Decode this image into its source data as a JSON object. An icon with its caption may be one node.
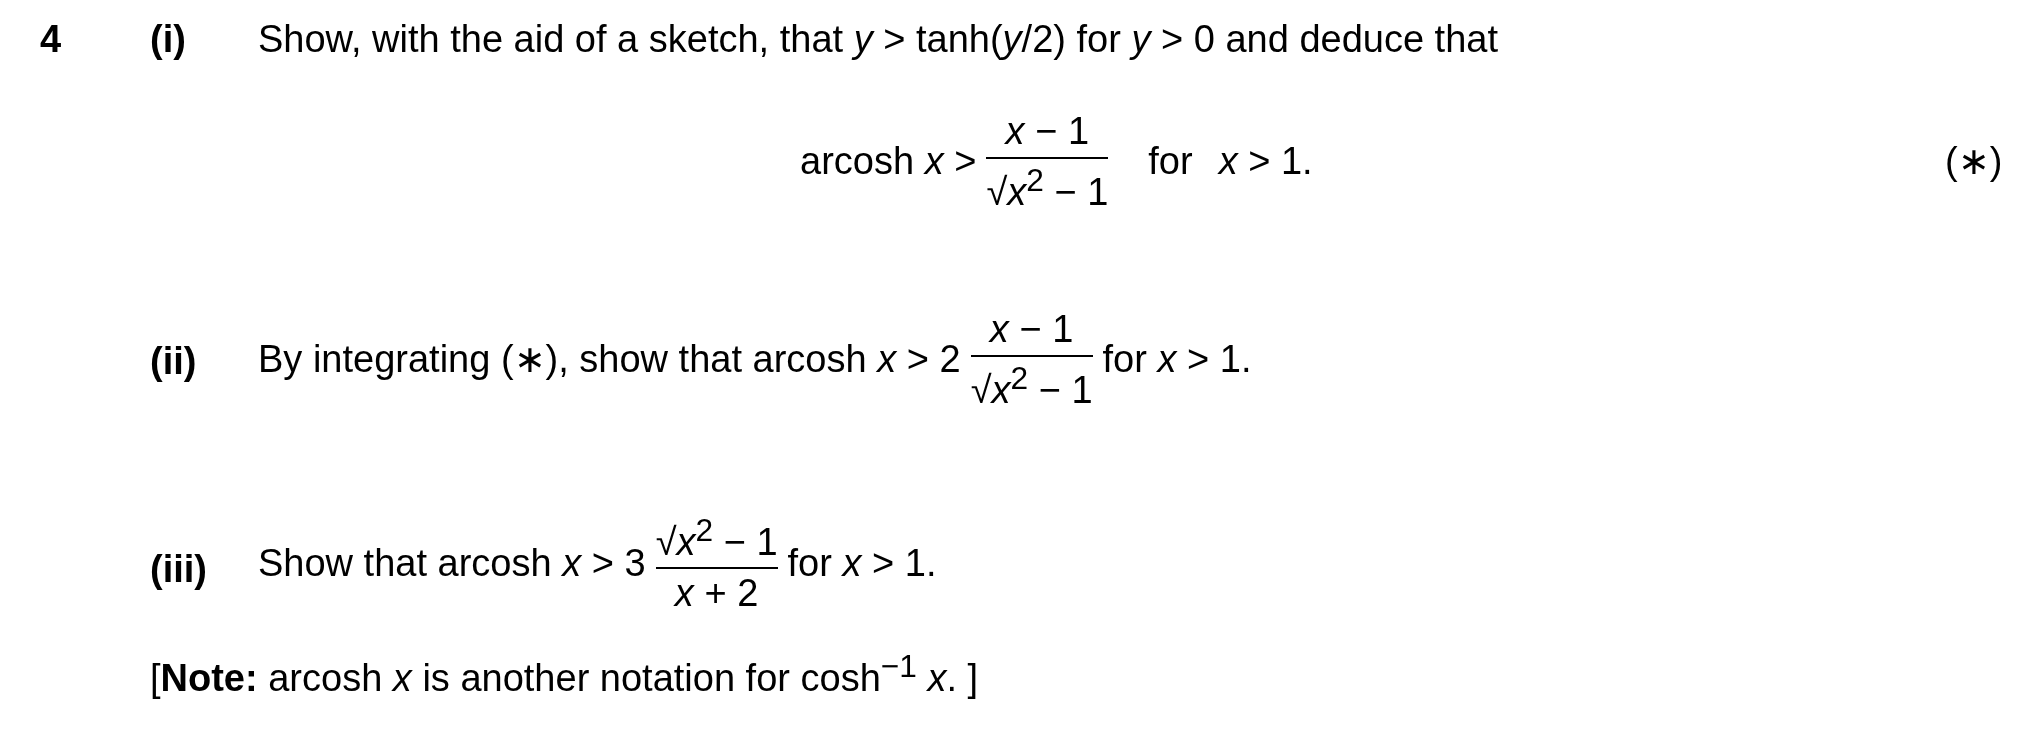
{
  "diagram": {
    "labels": [
      "4",
      "(i)",
      "Show, with the aid of a sketch, that *y* > tanh(*y*/2) for *y* > 0 and deduce that",
      "arcosh *x* >",
      "*x* − 1",
      "√*x*$^{2}$ − 1",
      "for",
      "*x* > 1.",
      "(∗)",
      "(ii)",
      "By integrating (∗), show that arcosh *x* > 2",
      "*x* − 1",
      "√*x*$^{2}$ − 1",
      "for *x* > 1.",
      "(iii)",
      "Show that arcosh *x* > 3",
      "√*x*$^{2}$ − 1",
      "*x* + 2",
      "for *x* > 1.",
      "[**Note:** arcosh *x* is another notation for cosh$^{−1}$ *x*. ]"
    ]
  }
}
